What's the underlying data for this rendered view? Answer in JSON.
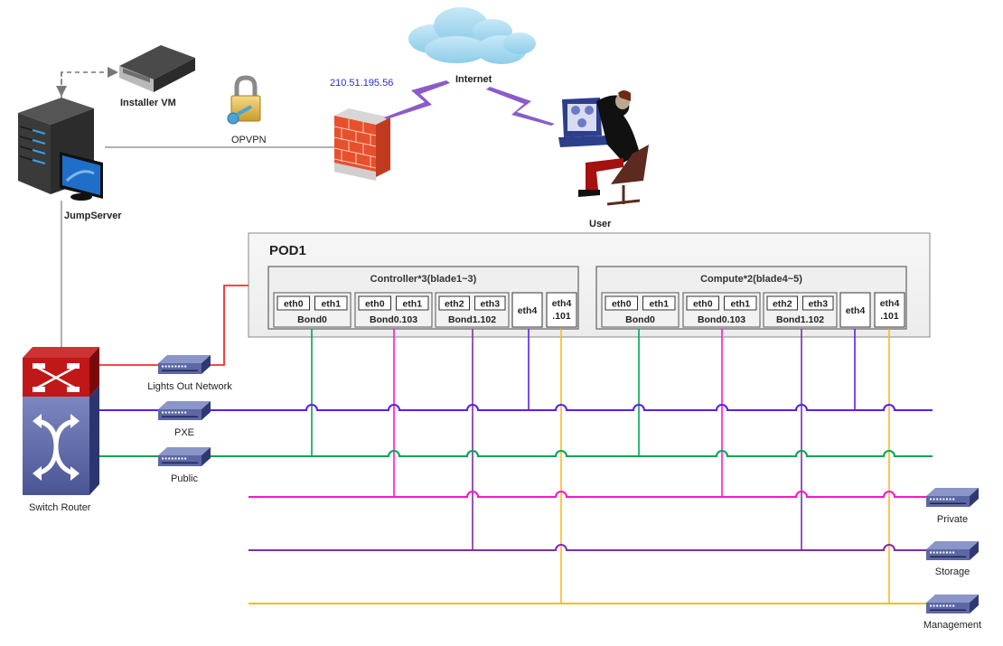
{
  "nodes": {
    "installer_vm": "Installer  VM",
    "jumpserver": "JumpServer",
    "opvpn": "OPVPN",
    "public_ip": "210.51.195.56",
    "internet": "Internet",
    "user": "User",
    "switch_router": "Switch  Router"
  },
  "pod": {
    "title": "POD1",
    "groups": [
      {
        "title": "Controller*3(blade1~3)",
        "bonds": [
          {
            "ports": [
              "eth0",
              "eth1"
            ],
            "label": "Bond0"
          },
          {
            "ports": [
              "eth0",
              "eth1"
            ],
            "label": "Bond0.103"
          },
          {
            "ports": [
              "eth2",
              "eth3"
            ],
            "label": "Bond1.102"
          }
        ],
        "singles": [
          {
            "line1": "eth4",
            "line2": ""
          },
          {
            "line1": "eth4",
            "line2": ".101"
          }
        ]
      },
      {
        "title": "Compute*2(blade4~5)",
        "bonds": [
          {
            "ports": [
              "eth0",
              "eth1"
            ],
            "label": "Bond0"
          },
          {
            "ports": [
              "eth0",
              "eth1"
            ],
            "label": "Bond0.103"
          },
          {
            "ports": [
              "eth2",
              "eth3"
            ],
            "label": "Bond1.102"
          }
        ],
        "singles": [
          {
            "line1": "eth4",
            "line2": ""
          },
          {
            "line1": "eth4",
            "line2": ".101"
          }
        ]
      }
    ]
  },
  "networks": {
    "lights_out": {
      "label": "Lights Out Network",
      "color": "#ff2a2a"
    },
    "pxe": {
      "label": "PXE",
      "color": "#5a1ee8"
    },
    "public": {
      "label": "Public",
      "color": "#00a550"
    },
    "private": {
      "label": "Private",
      "color": "#ff14c8"
    },
    "storage": {
      "label": "Storage",
      "color": "#7b2fa8"
    },
    "management": {
      "label": "Management",
      "color": "#ffb81c"
    }
  }
}
